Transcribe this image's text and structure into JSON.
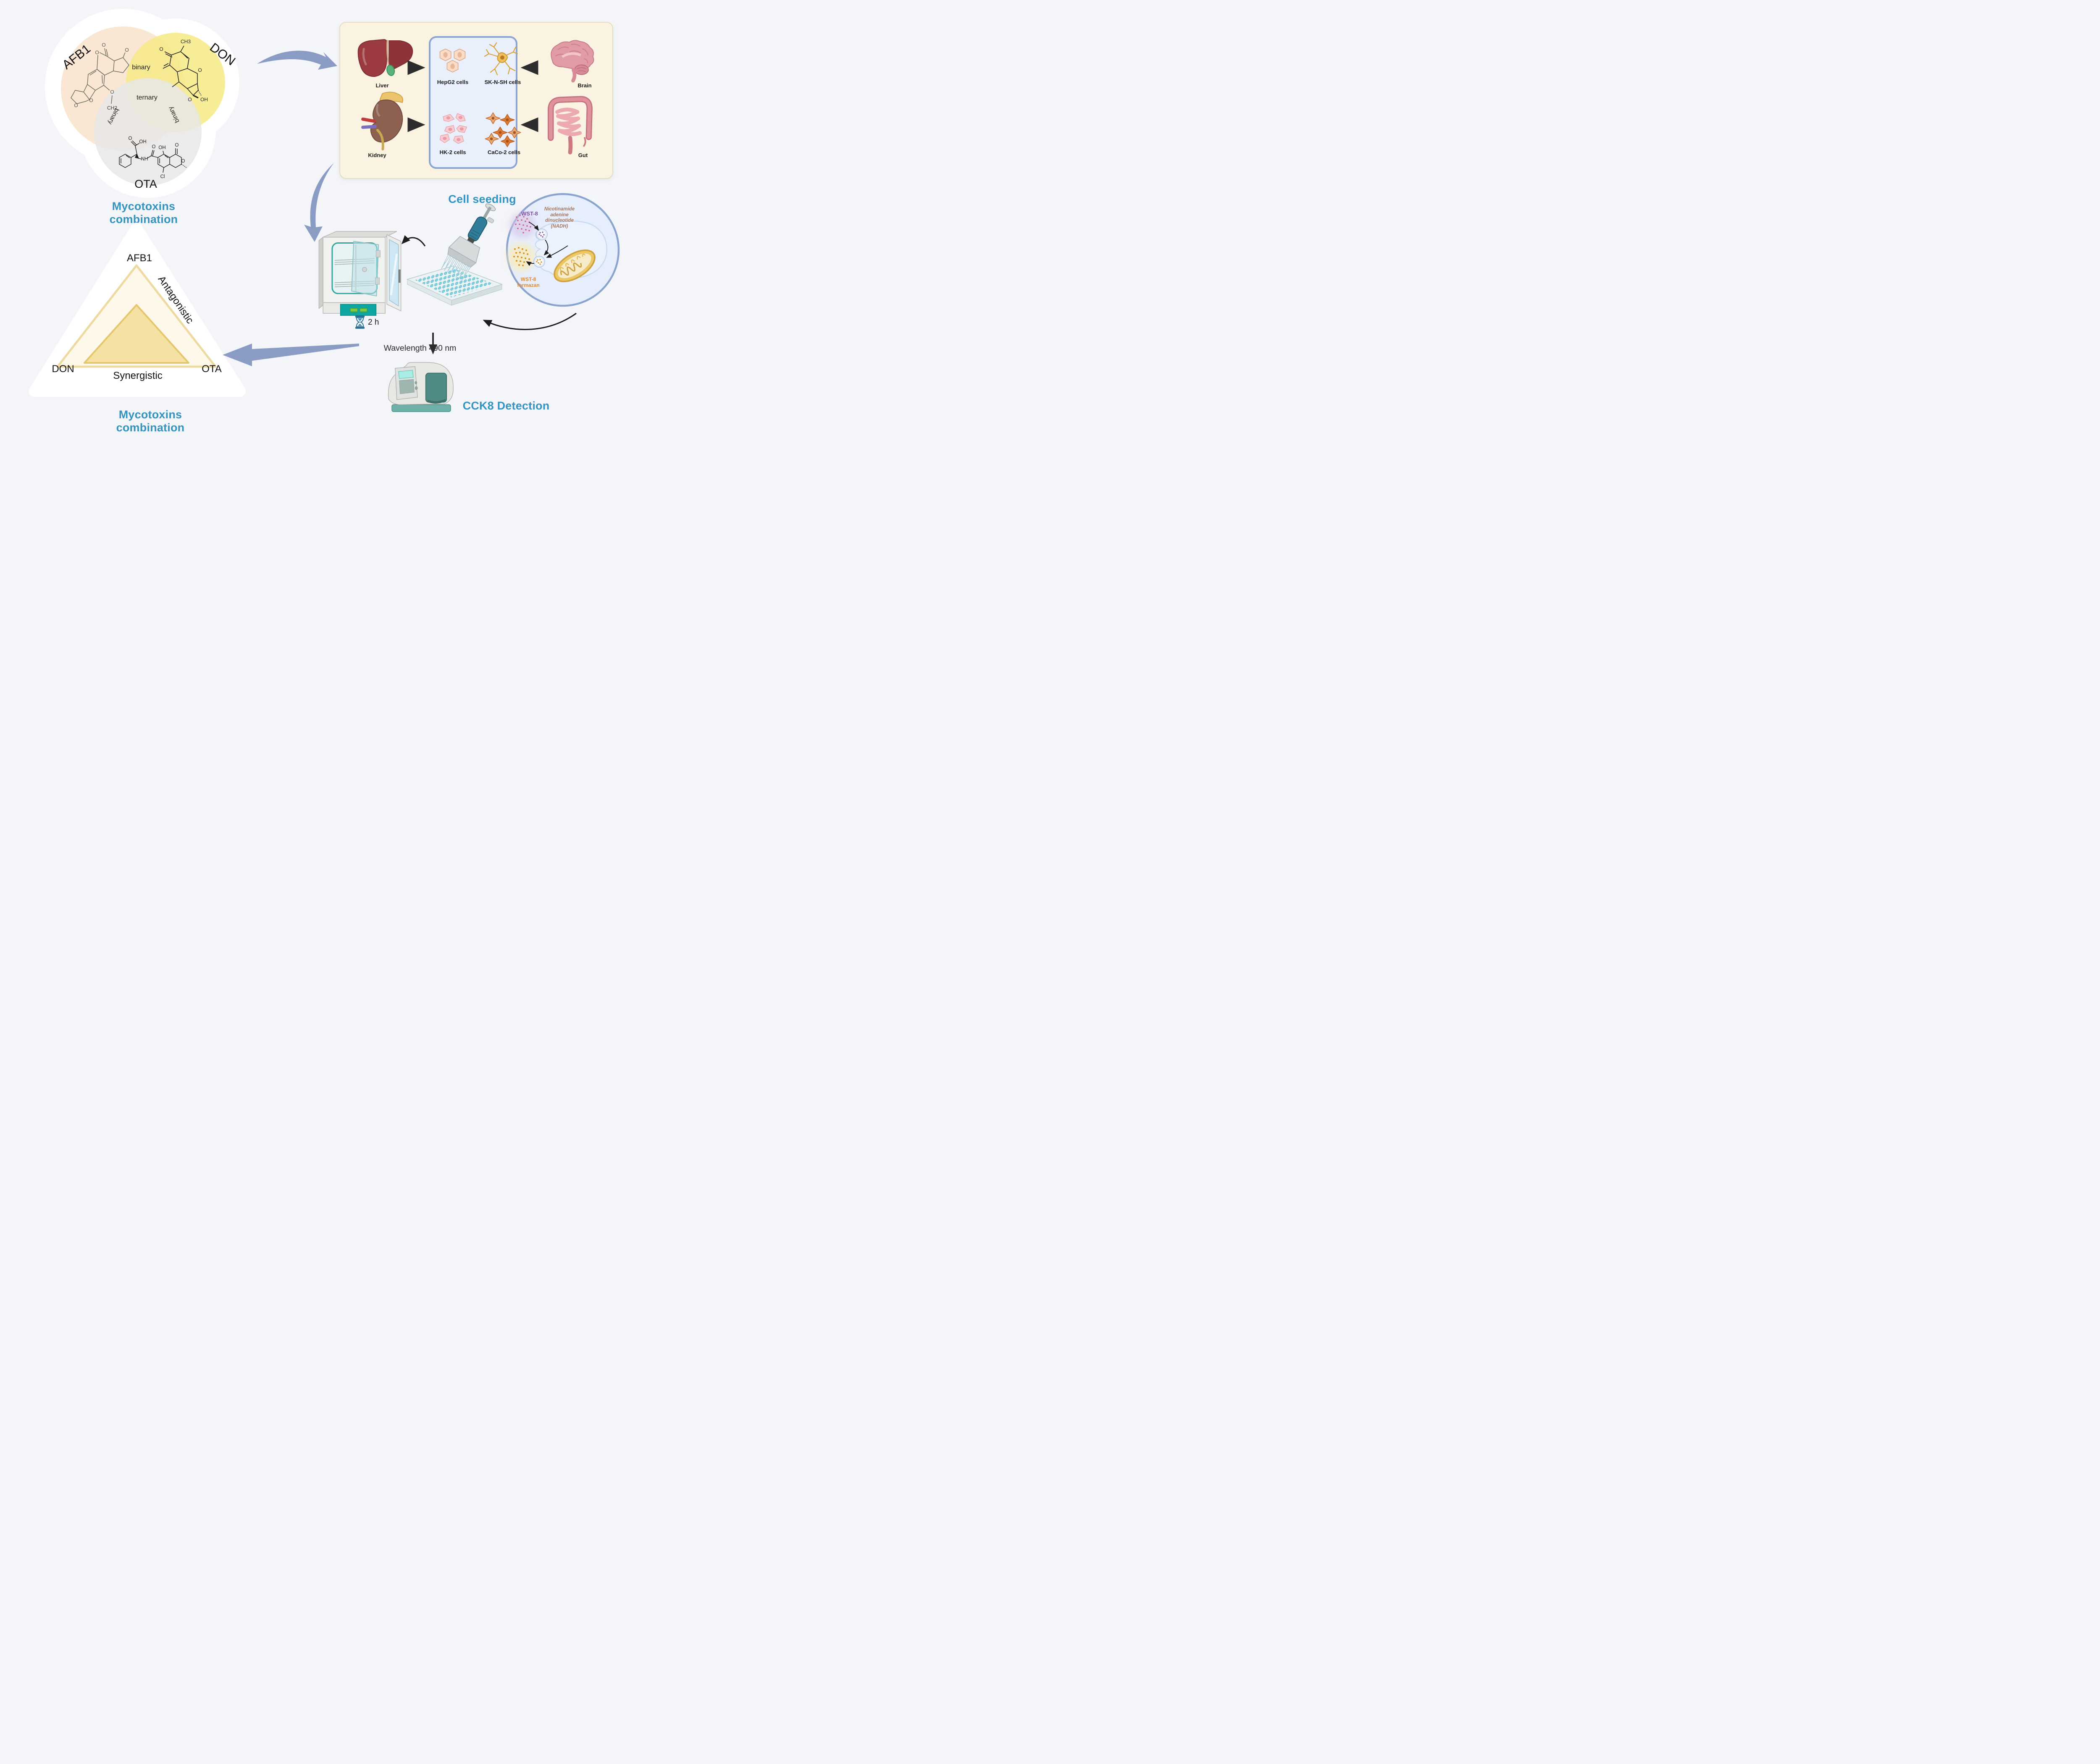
{
  "venn": {
    "title": "Mycotoxins combination",
    "circle_labels": {
      "afb1": "AFB1",
      "don": "DON",
      "ota": "OTA"
    },
    "overlap_labels": {
      "top": "binary",
      "center": "ternary",
      "left": "binary",
      "right": "binary"
    },
    "afb1_atoms": {
      "o_carbonyl": "O",
      "o_topright": "O",
      "o_ring": "O",
      "o_furan": "O",
      "o_bottomleft": "O",
      "o_methoxy": "O",
      "ch2": "CH2"
    },
    "don_atoms": {
      "ch3": "CH3",
      "o_carbonyl": "O",
      "o_ring": "O",
      "o_epoxide": "O",
      "oh": "OH"
    },
    "ota_atoms": {
      "o_acid": "O",
      "oh_acid": "OH",
      "o_amide": "O",
      "oh_phenol": "OH",
      "o_lactone": "O",
      "o_ring": "O",
      "nh": "NH",
      "cl": "Cl"
    }
  },
  "cell_seeding": {
    "caption": "Cell seeding",
    "organs": {
      "liver": "Liver",
      "kidney": "Kidney",
      "brain": "Brain",
      "gut": "Gut"
    },
    "cell_lines": {
      "hepg2": "HepG2 cells",
      "sknsh": "SK-N-SH cells",
      "hk2": "HK-2 cells",
      "caco2": "CaCo-2 cells"
    }
  },
  "incubation": {
    "time": "2 h"
  },
  "detection": {
    "caption": "CCK8 Detection",
    "wavelength": "Wavelength 490 nm",
    "cell_assay": {
      "wst8": "WST-8",
      "nadh": "Nicotinamide adenine dinucleotide (NADH)",
      "formazan": "WST-8 formazan"
    }
  },
  "triangle": {
    "title": "Mycotoxins combination",
    "corner_top": "AFB1",
    "corner_left": "DON",
    "corner_right": "OTA",
    "edge_right": "Antagonistic",
    "edge_bottom": "Synergistic"
  }
}
